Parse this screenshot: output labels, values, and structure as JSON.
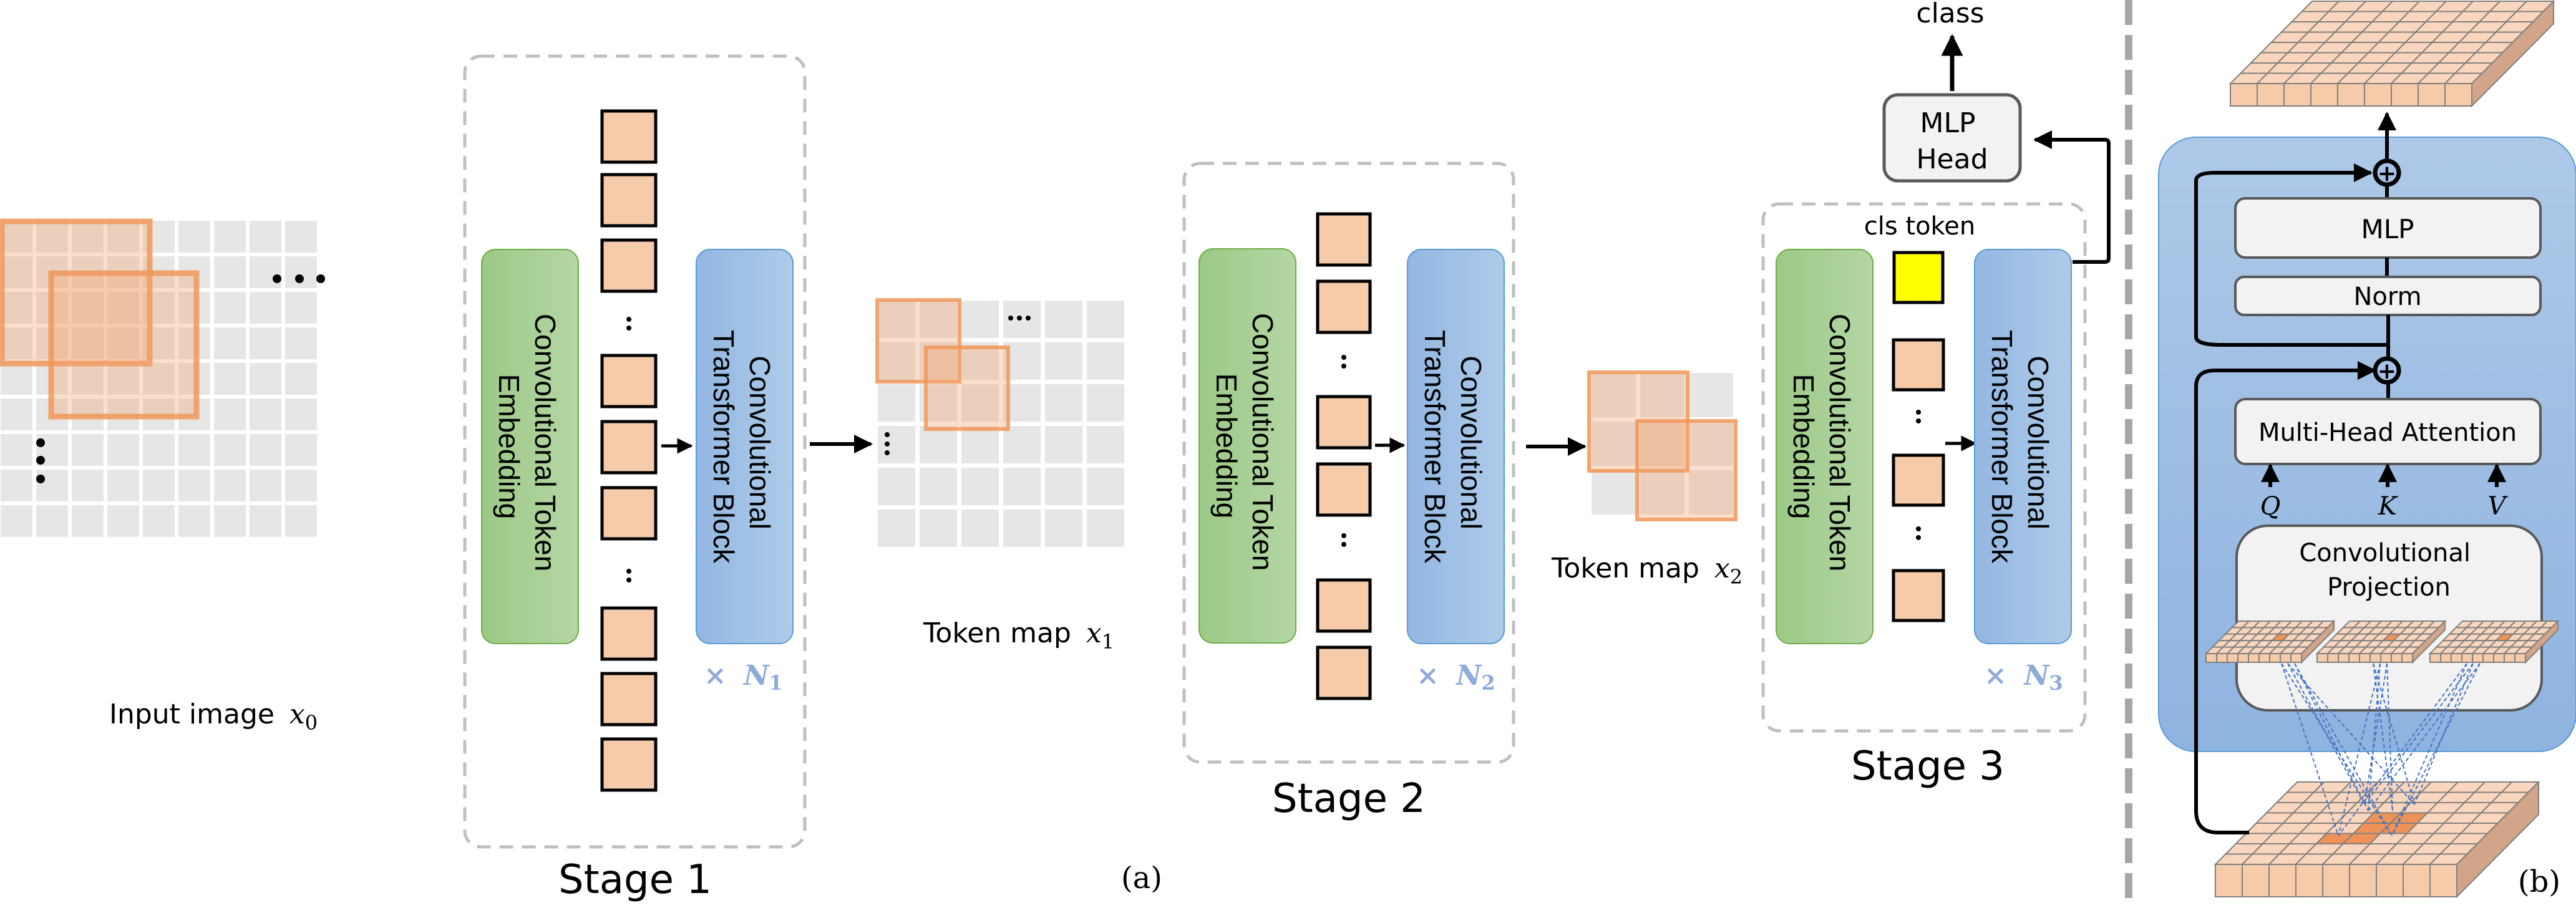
{
  "panel_a": {
    "label": "(a)",
    "input": {
      "label": "Input image",
      "var": "x",
      "sub": "0",
      "rows": 9,
      "cols": 9
    },
    "stages": [
      {
        "title": "Stage 1",
        "embedding_label": [
          "Convolutional Token",
          "Embedding"
        ],
        "block_label": [
          "Convolutional",
          "Transformer Block"
        ],
        "repeat_prefix": "×",
        "repeat_var": "N",
        "repeat_sub": "1"
      },
      {
        "title": "Stage 2",
        "embedding_label": [
          "Convolutional Token",
          "Embedding"
        ],
        "block_label": [
          "Convolutional",
          "Transformer Block"
        ],
        "repeat_prefix": "×",
        "repeat_var": "N",
        "repeat_sub": "2"
      },
      {
        "title": "Stage 3",
        "embedding_label": [
          "Convolutional Token",
          "Embedding"
        ],
        "block_label": [
          "Convolutional",
          "Transformer Block"
        ],
        "repeat_prefix": "×",
        "repeat_var": "N",
        "repeat_sub": "3",
        "cls_token_label": "cls token"
      }
    ],
    "token_map_1": {
      "label": "Token map",
      "var": "x",
      "sub": "1",
      "rows": 6,
      "cols": 6
    },
    "token_map_2": {
      "label": "Token map",
      "var": "x",
      "sub": "2",
      "rows": 3,
      "cols": 3
    },
    "mlp_head": [
      "MLP",
      "Head"
    ],
    "output_label": "class",
    "ellipsis": "…"
  },
  "panel_b": {
    "label": "(b)",
    "mlp": "MLP",
    "norm": "Norm",
    "attention": "Multi-Head Attention",
    "qkv": [
      "Q",
      "K",
      "V"
    ],
    "projection": [
      "Convolutional",
      "Projection"
    ],
    "plus": "+"
  },
  "colors": {
    "token_fill": "#f5cbaa",
    "embedding_green": "#a8d08d",
    "block_blue": "#9dbbe3",
    "cls_yellow": "#ffff00",
    "grid_gray": "#e6e6e6",
    "patch_orange": "#f4a46f",
    "repeat_text": "#8eaadb",
    "panel_b_bg": "#a6c2e6"
  }
}
